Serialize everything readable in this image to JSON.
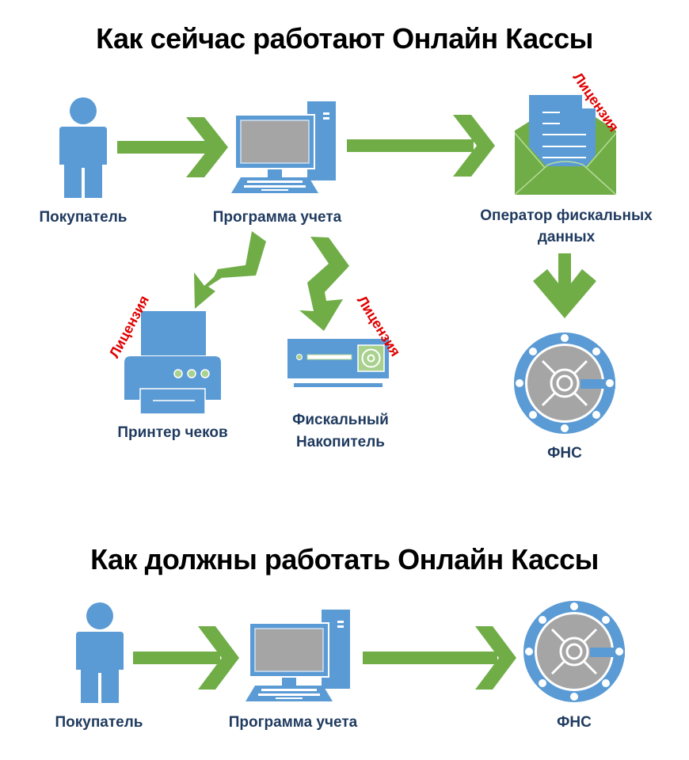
{
  "colors": {
    "blue": "#5b9bd5",
    "green": "#70ad47",
    "gray": "#a5a5a5",
    "label": "#1f3a5f",
    "license": "#e00000"
  },
  "top_section": {
    "title": "Как сейчас работают Онлайн Кассы",
    "nodes": {
      "buyer": {
        "label": "Покупатель",
        "icon": "person-icon"
      },
      "accounting": {
        "label": "Программа учета",
        "icon": "computer-icon"
      },
      "ofd": {
        "label_line1": "Оператор фискальных",
        "label_line2": "данных",
        "icon": "envelope-icon",
        "badge": "Лицензия"
      },
      "printer": {
        "label": "Принтер чеков",
        "icon": "printer-icon",
        "badge": "Лицензия"
      },
      "fiscal": {
        "label_line1": "Фискальный",
        "label_line2": "Накопитель",
        "icon": "fiscal-drive-icon",
        "badge": "Лицензия"
      },
      "fns": {
        "label": "ФНС",
        "icon": "vault-icon"
      }
    }
  },
  "bottom_section": {
    "title": "Как должны работать Онлайн Кассы",
    "nodes": {
      "buyer": {
        "label": "Покупатель",
        "icon": "person-icon"
      },
      "accounting": {
        "label": "Программа учета",
        "icon": "computer-icon"
      },
      "fns": {
        "label": "ФНС",
        "icon": "vault-icon"
      }
    }
  }
}
